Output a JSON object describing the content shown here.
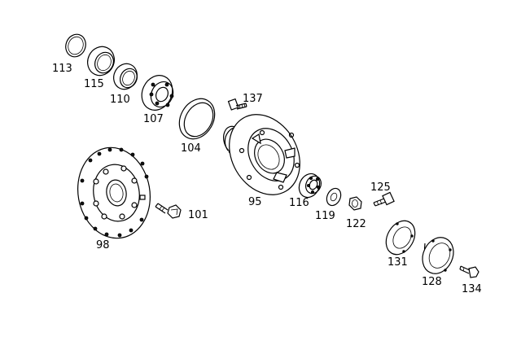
{
  "diagram": {
    "parts": [
      {
        "id": "p113",
        "label": "113"
      },
      {
        "id": "p115",
        "label": "115"
      },
      {
        "id": "p110",
        "label": "110"
      },
      {
        "id": "p107",
        "label": "107"
      },
      {
        "id": "p137",
        "label": "137"
      },
      {
        "id": "p104",
        "label": "104"
      },
      {
        "id": "p95",
        "label": "95"
      },
      {
        "id": "p98",
        "label": "98"
      },
      {
        "id": "p101",
        "label": "101"
      },
      {
        "id": "p116",
        "label": "116"
      },
      {
        "id": "p119",
        "label": "119"
      },
      {
        "id": "p122",
        "label": "122"
      },
      {
        "id": "p125",
        "label": "125"
      },
      {
        "id": "p131",
        "label": "131"
      },
      {
        "id": "p128",
        "label": "128"
      },
      {
        "id": "p134",
        "label": "134"
      }
    ]
  }
}
